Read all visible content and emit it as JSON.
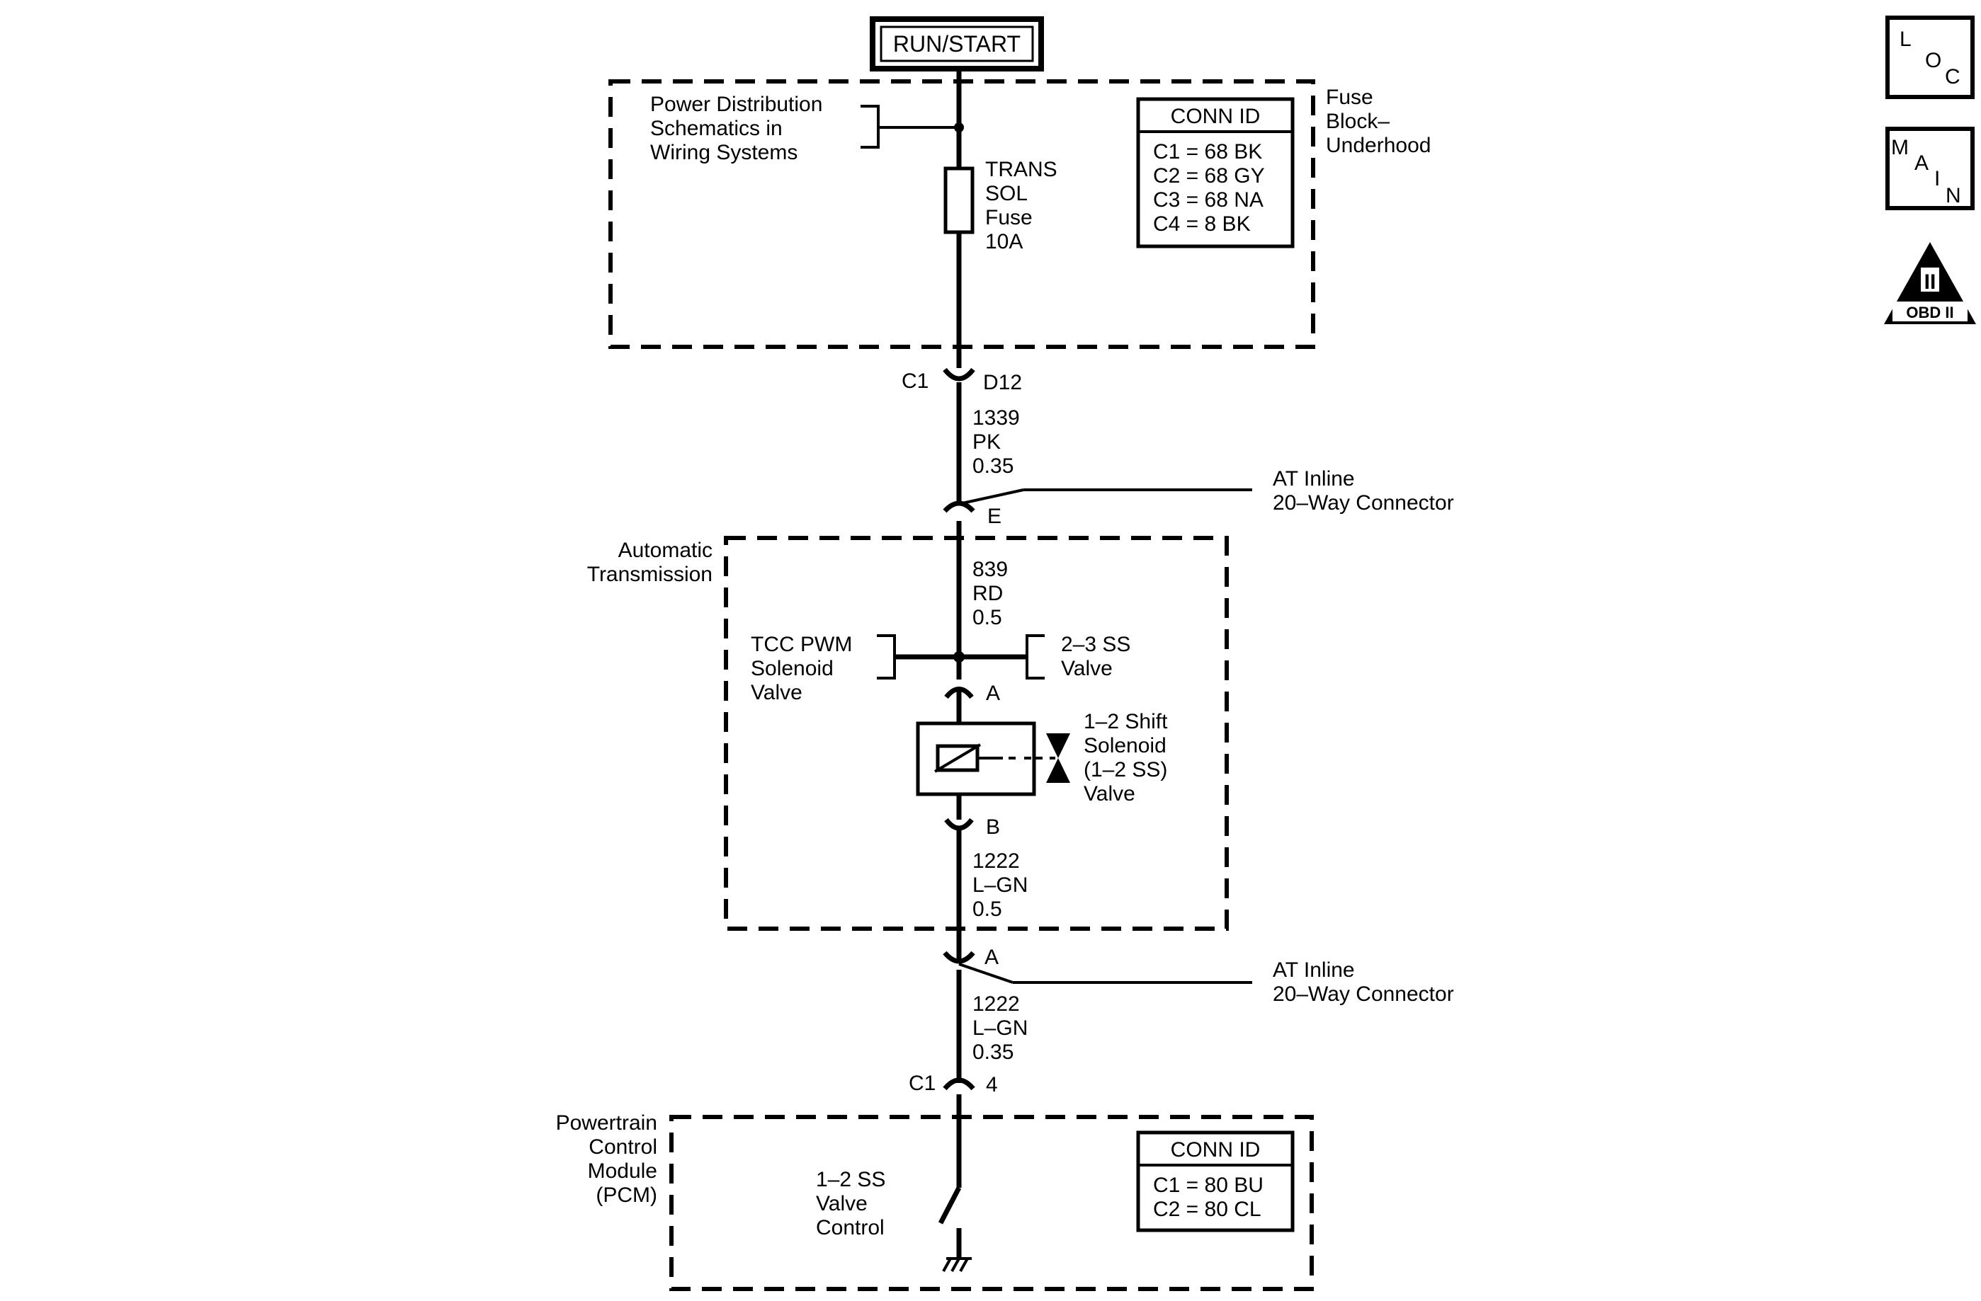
{
  "run_start": "RUN/START",
  "pdist": [
    "Power Distribution",
    "Schematics in",
    "Wiring Systems"
  ],
  "fuse_label": [
    "TRANS",
    "SOL",
    "Fuse",
    "10A"
  ],
  "fuse_block_label": [
    "Fuse",
    "Block–",
    "Underhood"
  ],
  "conn_id_top": {
    "title": "CONN ID",
    "lines": [
      "C1 = 68 BK",
      "C2 = 68 GY",
      "C3 = 68 NA",
      "C4 = 8 BK"
    ]
  },
  "conn1": {
    "left": "C1",
    "right": "D12"
  },
  "wire1": [
    "1339",
    "PK",
    "0.35"
  ],
  "inline1": {
    "pin": "E",
    "label": [
      "AT Inline",
      "20–Way Connector"
    ]
  },
  "at_label": [
    "Automatic",
    "Transmission"
  ],
  "wire2": [
    "839",
    "RD",
    "0.5"
  ],
  "tcc": [
    "TCC PWM",
    "Solenoid",
    "Valve"
  ],
  "ss23": [
    "2–3 SS",
    "Valve"
  ],
  "pin_a": "A",
  "pin_b": "B",
  "sol12": [
    "1–2 Shift",
    "Solenoid",
    "(1–2 SS)",
    "Valve"
  ],
  "wire3": [
    "1222",
    "L–GN",
    "0.5"
  ],
  "inline2": {
    "pin": "A",
    "label": [
      "AT Inline",
      "20–Way Connector"
    ]
  },
  "wire4": [
    "1222",
    "L–GN",
    "0.35"
  ],
  "conn2": {
    "left": "C1",
    "right": "4"
  },
  "pcm_label": [
    "Powertrain",
    "Control",
    "Module",
    "(PCM)"
  ],
  "pcm_switch": [
    "1–2 SS",
    "Valve",
    "Control"
  ],
  "conn_id_bottom": {
    "title": "CONN ID",
    "lines": [
      "C1 = 80 BU",
      "C2 = 80 CL"
    ]
  },
  "icons": {
    "loc": {
      "letters": [
        "L",
        "O",
        "C"
      ],
      "name": "loc-icon"
    },
    "main": {
      "letters": [
        "M",
        "A",
        "I",
        "N"
      ],
      "name": "main-icon"
    },
    "obd": {
      "numeral": "II",
      "text": "OBD II",
      "name": "obd-ii-icon"
    }
  }
}
